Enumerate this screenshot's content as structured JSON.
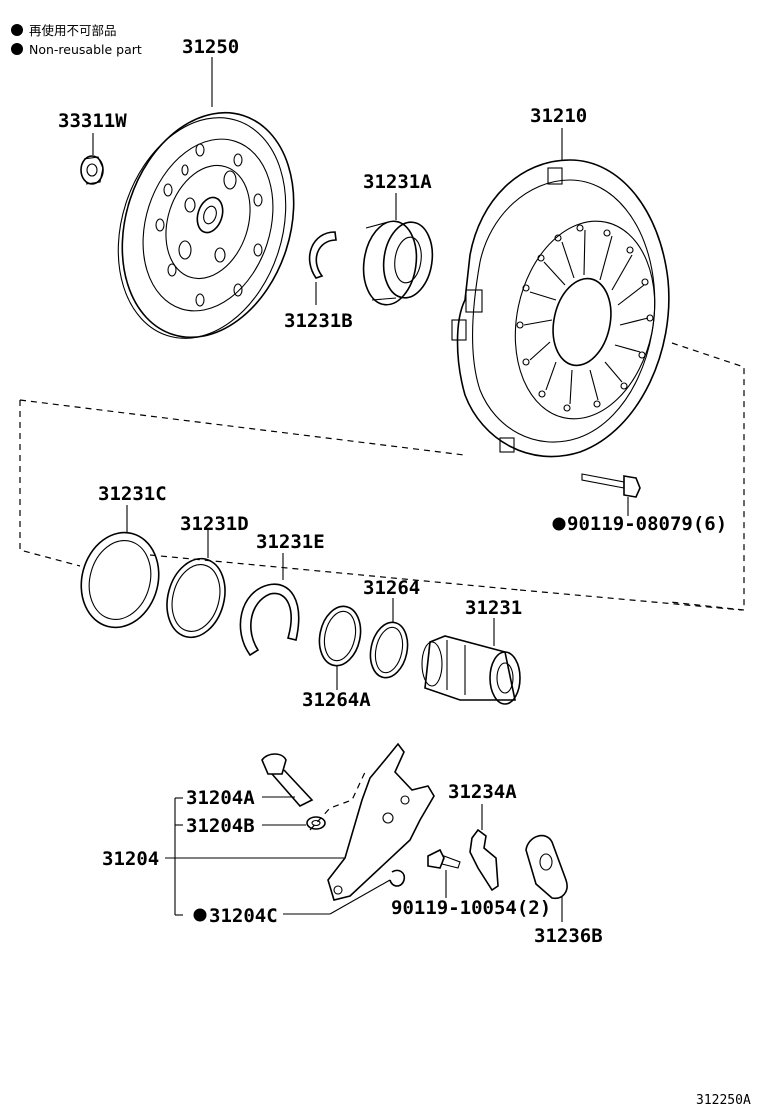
{
  "legend": {
    "line1": "再使用不可部品",
    "line2": "Non-reusable part"
  },
  "labels": {
    "p31250": "31250",
    "p33311w": "33311W",
    "p31210": "31210",
    "p31231a": "31231A",
    "p31231b": "31231B",
    "p31231c": "31231C",
    "p31231d": "31231D",
    "p31231e": "31231E",
    "p31264": "31264",
    "p31231": "31231",
    "p31264a": "31264A",
    "p90119_08079": "90119-08079(6)",
    "p31204a": "31204A",
    "p31204b": "31204B",
    "p31204": "31204",
    "p31204c": "31204C",
    "p31234a": "31234A",
    "p90119_10054": "90119-10054(2)",
    "p31236b": "31236B"
  },
  "diagram_id": "312250A",
  "non_reusable_marks": [
    "90119-08079(6)",
    "31204C"
  ]
}
